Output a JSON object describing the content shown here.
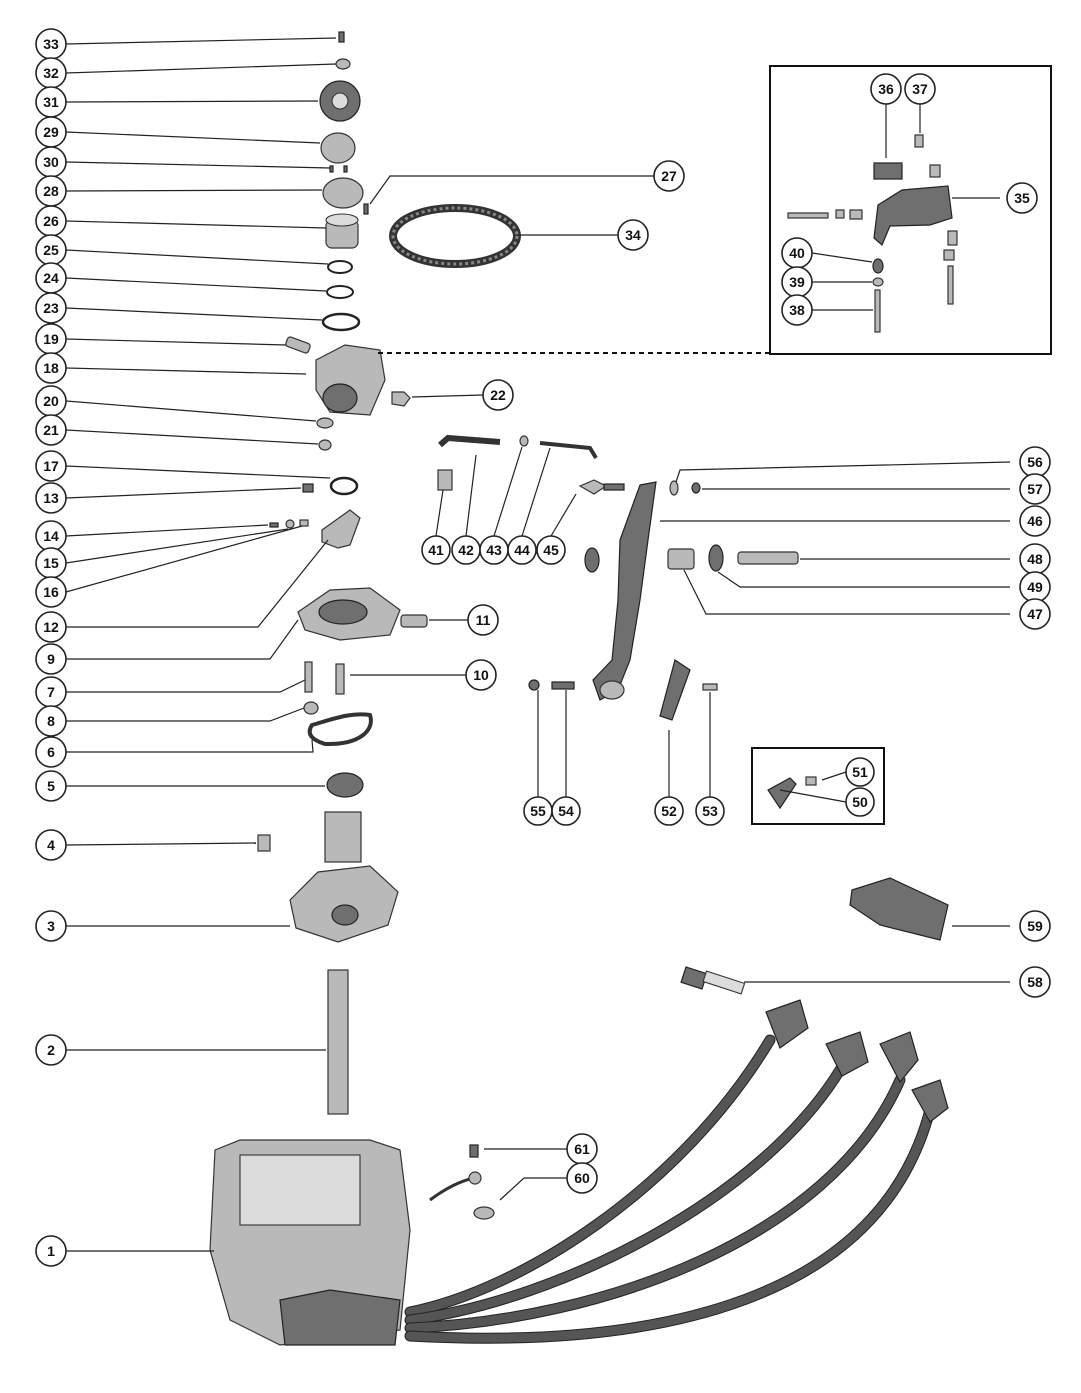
{
  "callouts": [
    {
      "id": "c33",
      "label": "33"
    },
    {
      "id": "c32",
      "label": "32"
    },
    {
      "id": "c31",
      "label": "31"
    },
    {
      "id": "c29",
      "label": "29"
    },
    {
      "id": "c30",
      "label": "30"
    },
    {
      "id": "c28",
      "label": "28"
    },
    {
      "id": "c26",
      "label": "26"
    },
    {
      "id": "c25",
      "label": "25"
    },
    {
      "id": "c24",
      "label": "24"
    },
    {
      "id": "c23",
      "label": "23"
    },
    {
      "id": "c19",
      "label": "19"
    },
    {
      "id": "c18",
      "label": "18"
    },
    {
      "id": "c20",
      "label": "20"
    },
    {
      "id": "c21",
      "label": "21"
    },
    {
      "id": "c17",
      "label": "17"
    },
    {
      "id": "c13",
      "label": "13"
    },
    {
      "id": "c14",
      "label": "14"
    },
    {
      "id": "c15",
      "label": "15"
    },
    {
      "id": "c16",
      "label": "16"
    },
    {
      "id": "c12",
      "label": "12"
    },
    {
      "id": "c9",
      "label": "9"
    },
    {
      "id": "c7",
      "label": "7"
    },
    {
      "id": "c8",
      "label": "8"
    },
    {
      "id": "c6",
      "label": "6"
    },
    {
      "id": "c5",
      "label": "5"
    },
    {
      "id": "c4",
      "label": "4"
    },
    {
      "id": "c3",
      "label": "3"
    },
    {
      "id": "c2",
      "label": "2"
    },
    {
      "id": "c1",
      "label": "1"
    },
    {
      "id": "c27",
      "label": "27"
    },
    {
      "id": "c34",
      "label": "34"
    },
    {
      "id": "c22",
      "label": "22"
    },
    {
      "id": "c11",
      "label": "11"
    },
    {
      "id": "c10",
      "label": "10"
    },
    {
      "id": "c36",
      "label": "36"
    },
    {
      "id": "c37",
      "label": "37"
    },
    {
      "id": "c35",
      "label": "35"
    },
    {
      "id": "c40",
      "label": "40"
    },
    {
      "id": "c39",
      "label": "39"
    },
    {
      "id": "c38",
      "label": "38"
    },
    {
      "id": "c56",
      "label": "56"
    },
    {
      "id": "c57",
      "label": "57"
    },
    {
      "id": "c46",
      "label": "46"
    },
    {
      "id": "c48",
      "label": "48"
    },
    {
      "id": "c49",
      "label": "49"
    },
    {
      "id": "c47",
      "label": "47"
    },
    {
      "id": "c41",
      "label": "41"
    },
    {
      "id": "c42",
      "label": "42"
    },
    {
      "id": "c43",
      "label": "43"
    },
    {
      "id": "c44",
      "label": "44"
    },
    {
      "id": "c45",
      "label": "45"
    },
    {
      "id": "c55",
      "label": "55"
    },
    {
      "id": "c54",
      "label": "54"
    },
    {
      "id": "c52",
      "label": "52"
    },
    {
      "id": "c53",
      "label": "53"
    },
    {
      "id": "c51",
      "label": "51"
    },
    {
      "id": "c50",
      "label": "50"
    },
    {
      "id": "c59",
      "label": "59"
    },
    {
      "id": "c58",
      "label": "58"
    },
    {
      "id": "c61",
      "label": "61"
    },
    {
      "id": "c60",
      "label": "60"
    }
  ]
}
